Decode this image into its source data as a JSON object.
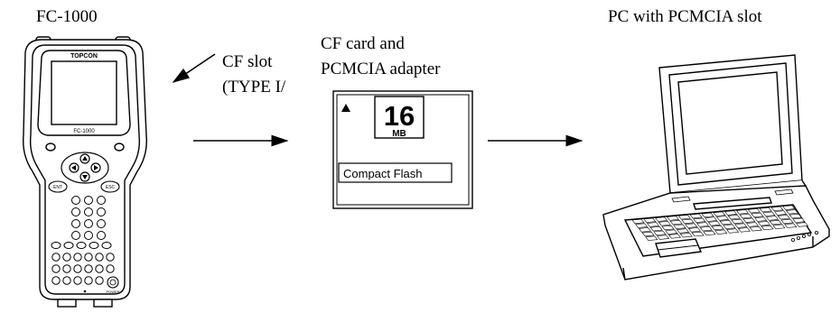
{
  "device": {
    "title": "FC-1000",
    "brand": "TOPCON",
    "model_label": "FC-1000",
    "key_ent": "ENT",
    "key_esc": "ESC",
    "key_power": "POWER"
  },
  "cf_slot": {
    "line1": "CF slot",
    "line2": "(TYPE I/"
  },
  "card": {
    "title_line1": "CF card and",
    "title_line2": "PCMCIA adapter",
    "capacity": "16",
    "unit": "MB",
    "label": "Compact Flash"
  },
  "pc": {
    "title": "PC with PCMCIA slot"
  }
}
